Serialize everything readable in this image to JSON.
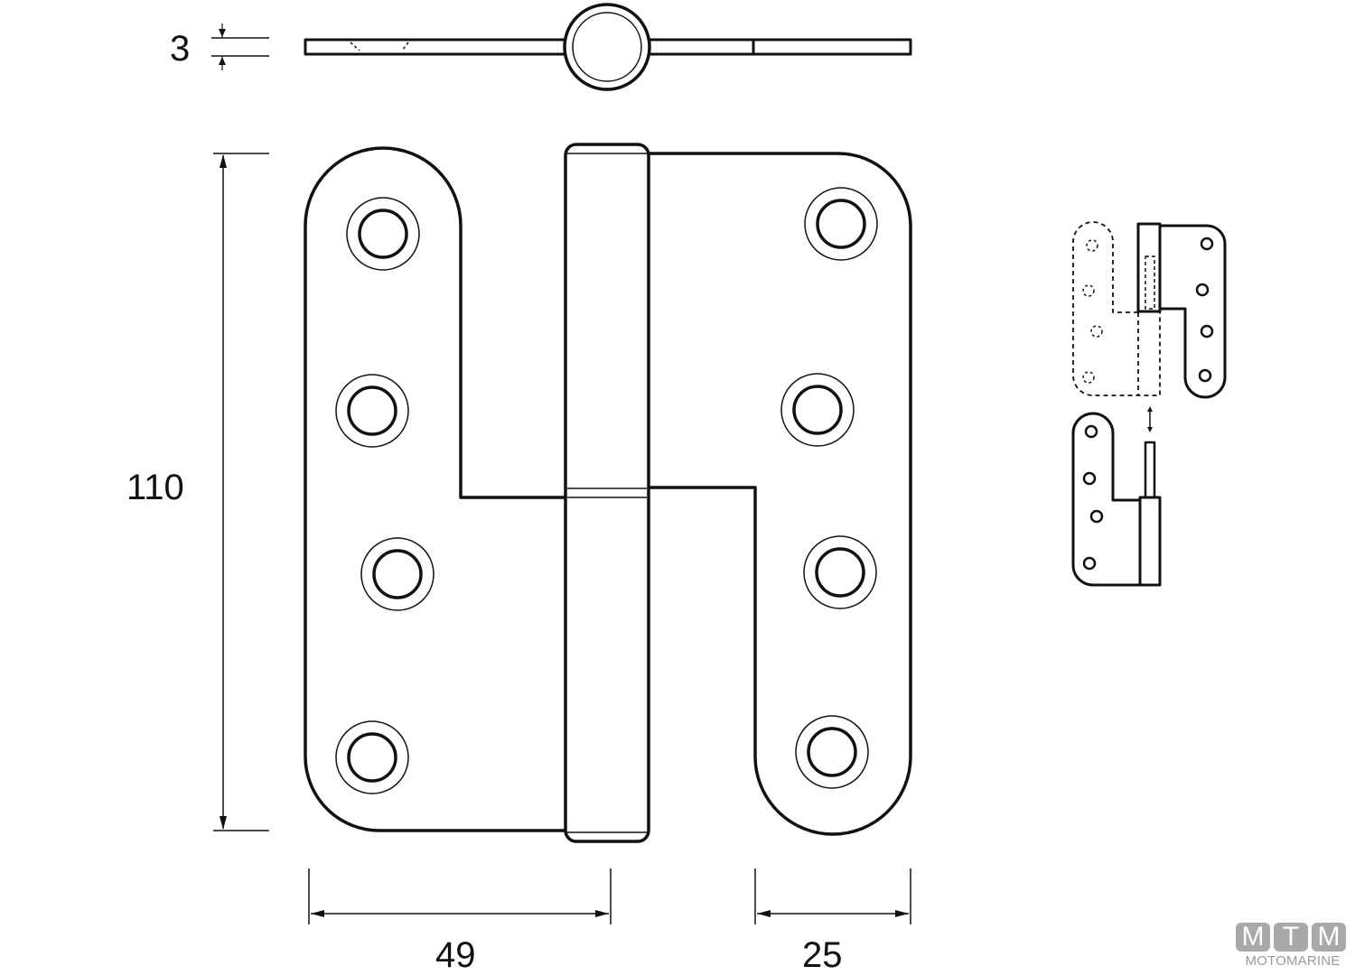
{
  "drawing": {
    "subject": "lift-off hinge technical drawing",
    "stroke_color": "#111111",
    "background": "#ffffff"
  },
  "dimensions": {
    "thickness": "3",
    "height": "110",
    "left_leaf_width": "49",
    "right_leaf_width": "25"
  },
  "logo": {
    "letters": [
      "M",
      "T",
      "M"
    ],
    "subtitle": "MOTOMARINE",
    "color": "#a9a9a9"
  }
}
